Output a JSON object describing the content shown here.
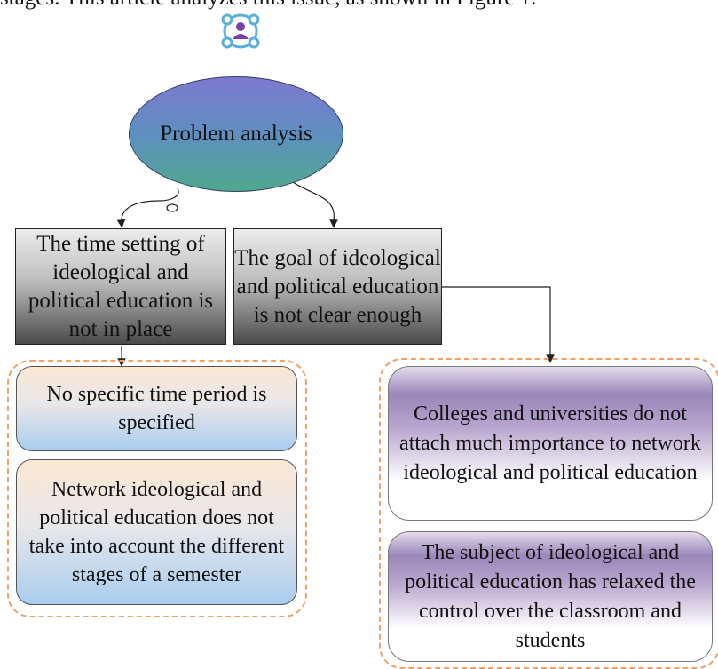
{
  "intro_line": "stages. This article analyzes this issue, as shown in Figure 1.",
  "root": {
    "label": "Problem analysis"
  },
  "branches": [
    {
      "label": "The time setting of ideological and political education is not in place",
      "children": [
        "No specific time period is specified",
        "Network ideological and political education does not take into account the different stages of a semester"
      ]
    },
    {
      "label": "The goal of ideological and political education is not clear enough",
      "children": [
        "Colleges and universities do not attach much importance to network ideological and political education",
        "The subject of ideological and political education has relaxed the control over the classroom and students"
      ]
    }
  ],
  "icons": {
    "top": "person-network-icon"
  },
  "colors": {
    "dash_border": "#f2a066",
    "icon_blue": "#5aaed8",
    "icon_purple": "#7b3fa6"
  }
}
